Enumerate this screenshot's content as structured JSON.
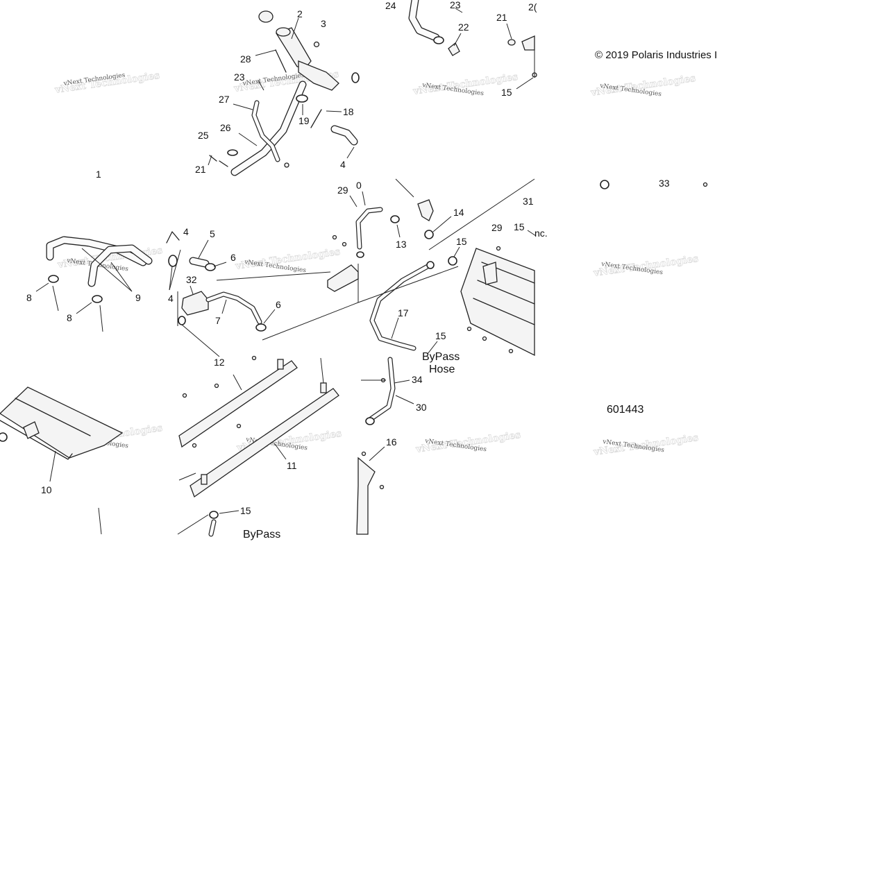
{
  "diagram": {
    "copyright": "© 2019 Polaris Industries I",
    "ref_number": "601443",
    "watermark": "vNext Technologies",
    "labels": {
      "bypass_top": "ByPass",
      "bypass_hose": "Hose",
      "bypass_bottom": "ByPass",
      "inc": "nc."
    },
    "callouts": {
      "c2": "2",
      "c3": "3",
      "c28": "28",
      "c23a": "23",
      "c27": "27",
      "c26": "26",
      "c25": "25",
      "c21a": "21",
      "c19": "19",
      "c18": "18",
      "c4a": "4",
      "c1": "1",
      "c24": "24",
      "c23b": "23",
      "c22": "22",
      "c21b": "21",
      "c20": "2(",
      "c15a": "15",
      "c33": "33",
      "c31": "31",
      "c29a": "29",
      "c0": "0",
      "c14": "14",
      "c13": "13",
      "c29b": "29",
      "c15b": "15",
      "c15c": "15",
      "c4b": "4",
      "c5": "5",
      "c6a": "6",
      "c6b": "6",
      "c32": "32",
      "c7": "7",
      "c8a": "8",
      "c8b": "8",
      "c9": "9",
      "c4c": "4",
      "c12": "12",
      "c17": "17",
      "c15d": "15",
      "c34": "34",
      "c30": "30",
      "c11": "11",
      "c10": "10",
      "c16": "16",
      "c15e": "15"
    }
  }
}
